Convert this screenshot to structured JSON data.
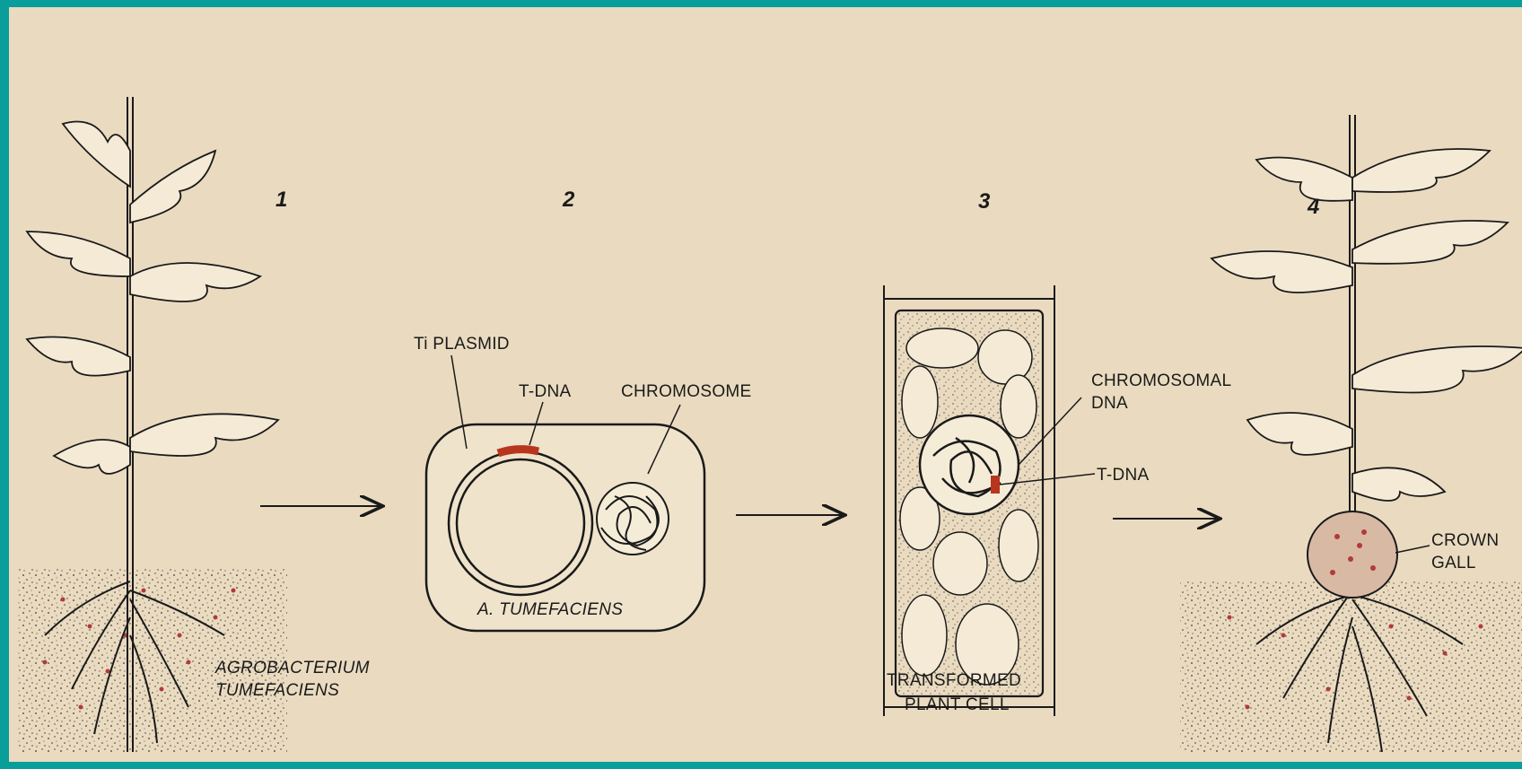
{
  "steps": [
    {
      "number": "1"
    },
    {
      "number": "2"
    },
    {
      "number": "3"
    },
    {
      "number": "4"
    }
  ],
  "labels": {
    "ti_plasmid": "Ti PLASMID",
    "t_dna": "T-DNA",
    "chromosome": "CHROMOSOME",
    "a_tumefaciens": "A. TUMEFACIENS",
    "agrobacterium_line1": "AGROBACTERIUM",
    "agrobacterium_line2": "TUMEFACIENS",
    "chromosomal_dna_line1": "CHROMOSOMAL",
    "chromosomal_dna_line2": "DNA",
    "t_dna_cell": "T-DNA",
    "transformed_line1": "TRANSFORMED",
    "transformed_line2": "PLANT CELL",
    "crown_gall_line1": "CROWN",
    "crown_gall_line2": "GALL"
  },
  "colors": {
    "background": "#eadbc0",
    "border": "#0a9e9a",
    "ink": "#1a1a1a",
    "t_dna": "#b8361e",
    "bacteria": "#b23a3a"
  }
}
